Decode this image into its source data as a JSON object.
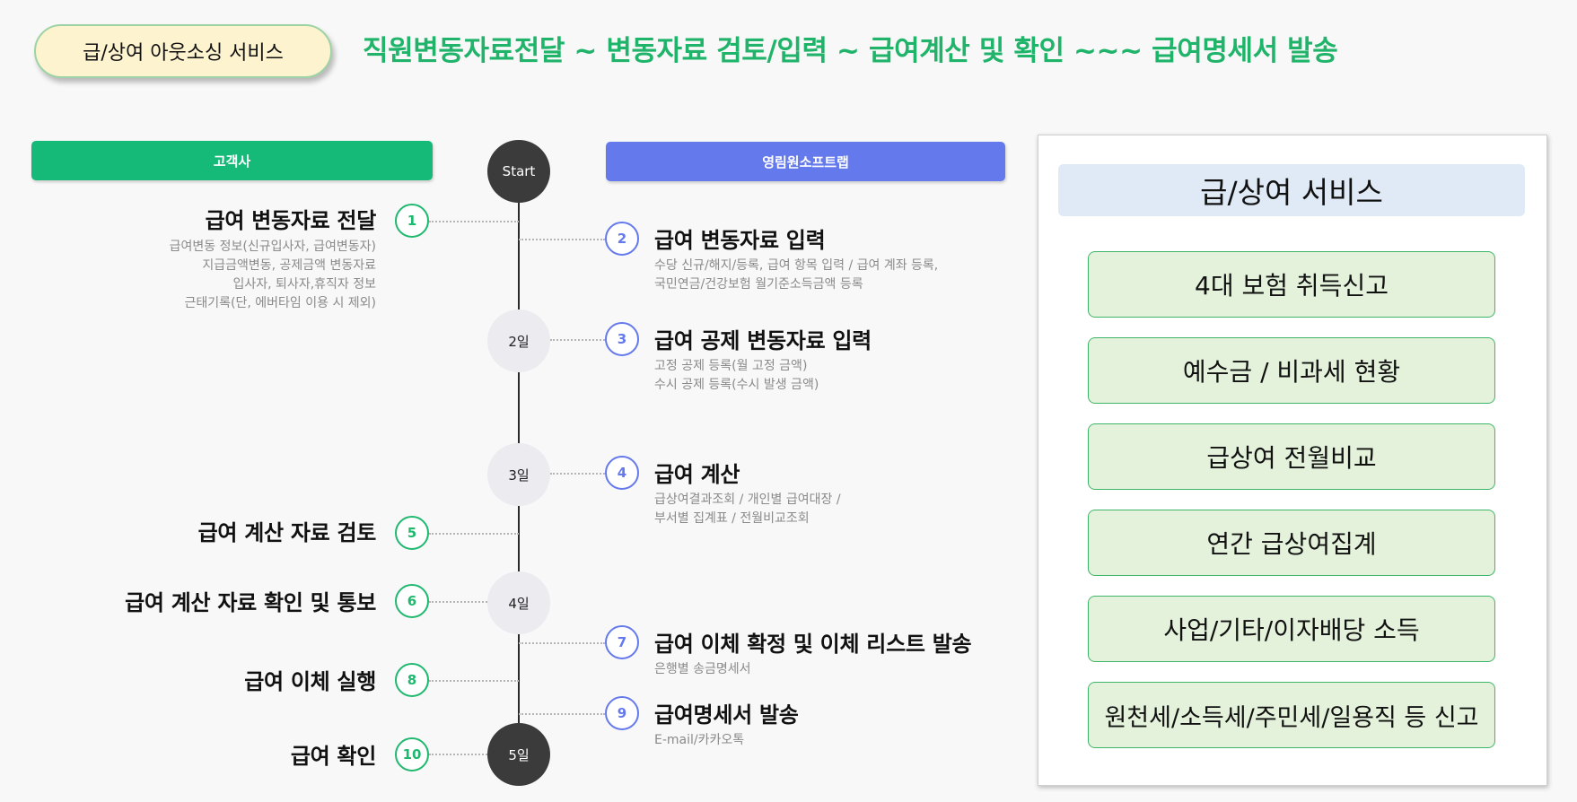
{
  "header": {
    "badge": "급/상여 아웃소싱 서비스",
    "headline": "직원변동자료전달 ~ 변동자료 검토/입력 ~ 급여계산 및 확인 ~~~ 급여명세서 발송"
  },
  "columns": {
    "client": "고객사",
    "vendor": "영림원소프트랩"
  },
  "timeline": {
    "start": "Start",
    "day2": "2일",
    "day3": "3일",
    "day4": "4일",
    "day5": "5일"
  },
  "steps": [
    {
      "num": "1",
      "title": "급여 변동자료 전달",
      "details": [
        "급여변동 정보(신규입사자, 급여변동자)",
        "지급금액변동, 공제금액 변동자료",
        "입사자, 퇴사자,휴직자 정보",
        "근태기록(단, 에버타임 이용 시 제외)"
      ]
    },
    {
      "num": "2",
      "title": "급여 변동자료 입력",
      "details": [
        "수당 신규/해지/등록, 급여 항목 입력 / 급여 계좌 등록,",
        "국민연금/건강보험 월기준소득금액 등록"
      ]
    },
    {
      "num": "3",
      "title": "급여 공제 변동자료 입력",
      "details": [
        "고정 공제 등록(월 고정 금액)",
        "수시 공제 등록(수시 발생 금액)"
      ]
    },
    {
      "num": "4",
      "title": "급여 계산",
      "details": [
        "급상여결과조회 / 개인별 급여대장 /",
        "부서별 집계표 / 전월비교조회"
      ]
    },
    {
      "num": "5",
      "title": "급여 계산 자료 검토",
      "details": []
    },
    {
      "num": "6",
      "title": "급여 계산 자료 확인 및 통보",
      "details": []
    },
    {
      "num": "7",
      "title": "급여 이체 확정 및 이체 리스트 발송",
      "details": [
        "은행별 송금명세서"
      ]
    },
    {
      "num": "8",
      "title": "급여 이체 실행",
      "details": []
    },
    {
      "num": "9",
      "title": "급여명세서 발송",
      "details": [
        "E-mail/카카오톡"
      ]
    },
    {
      "num": "10",
      "title": "급여 확인",
      "details": []
    }
  ],
  "panel": {
    "title": "급/상여 서비스",
    "items": [
      "4대 보험 취득신고",
      "예수금 / 비과세 현황",
      "급상여 전월비교",
      "연간 급상여집계",
      "사업/기타/이자배당 소득",
      "원천세/소득세/주민세/일용직 등 신고"
    ]
  },
  "colors": {
    "green": "#1fb46a",
    "blue": "#6479ec",
    "dark": "#3b3b3b"
  }
}
